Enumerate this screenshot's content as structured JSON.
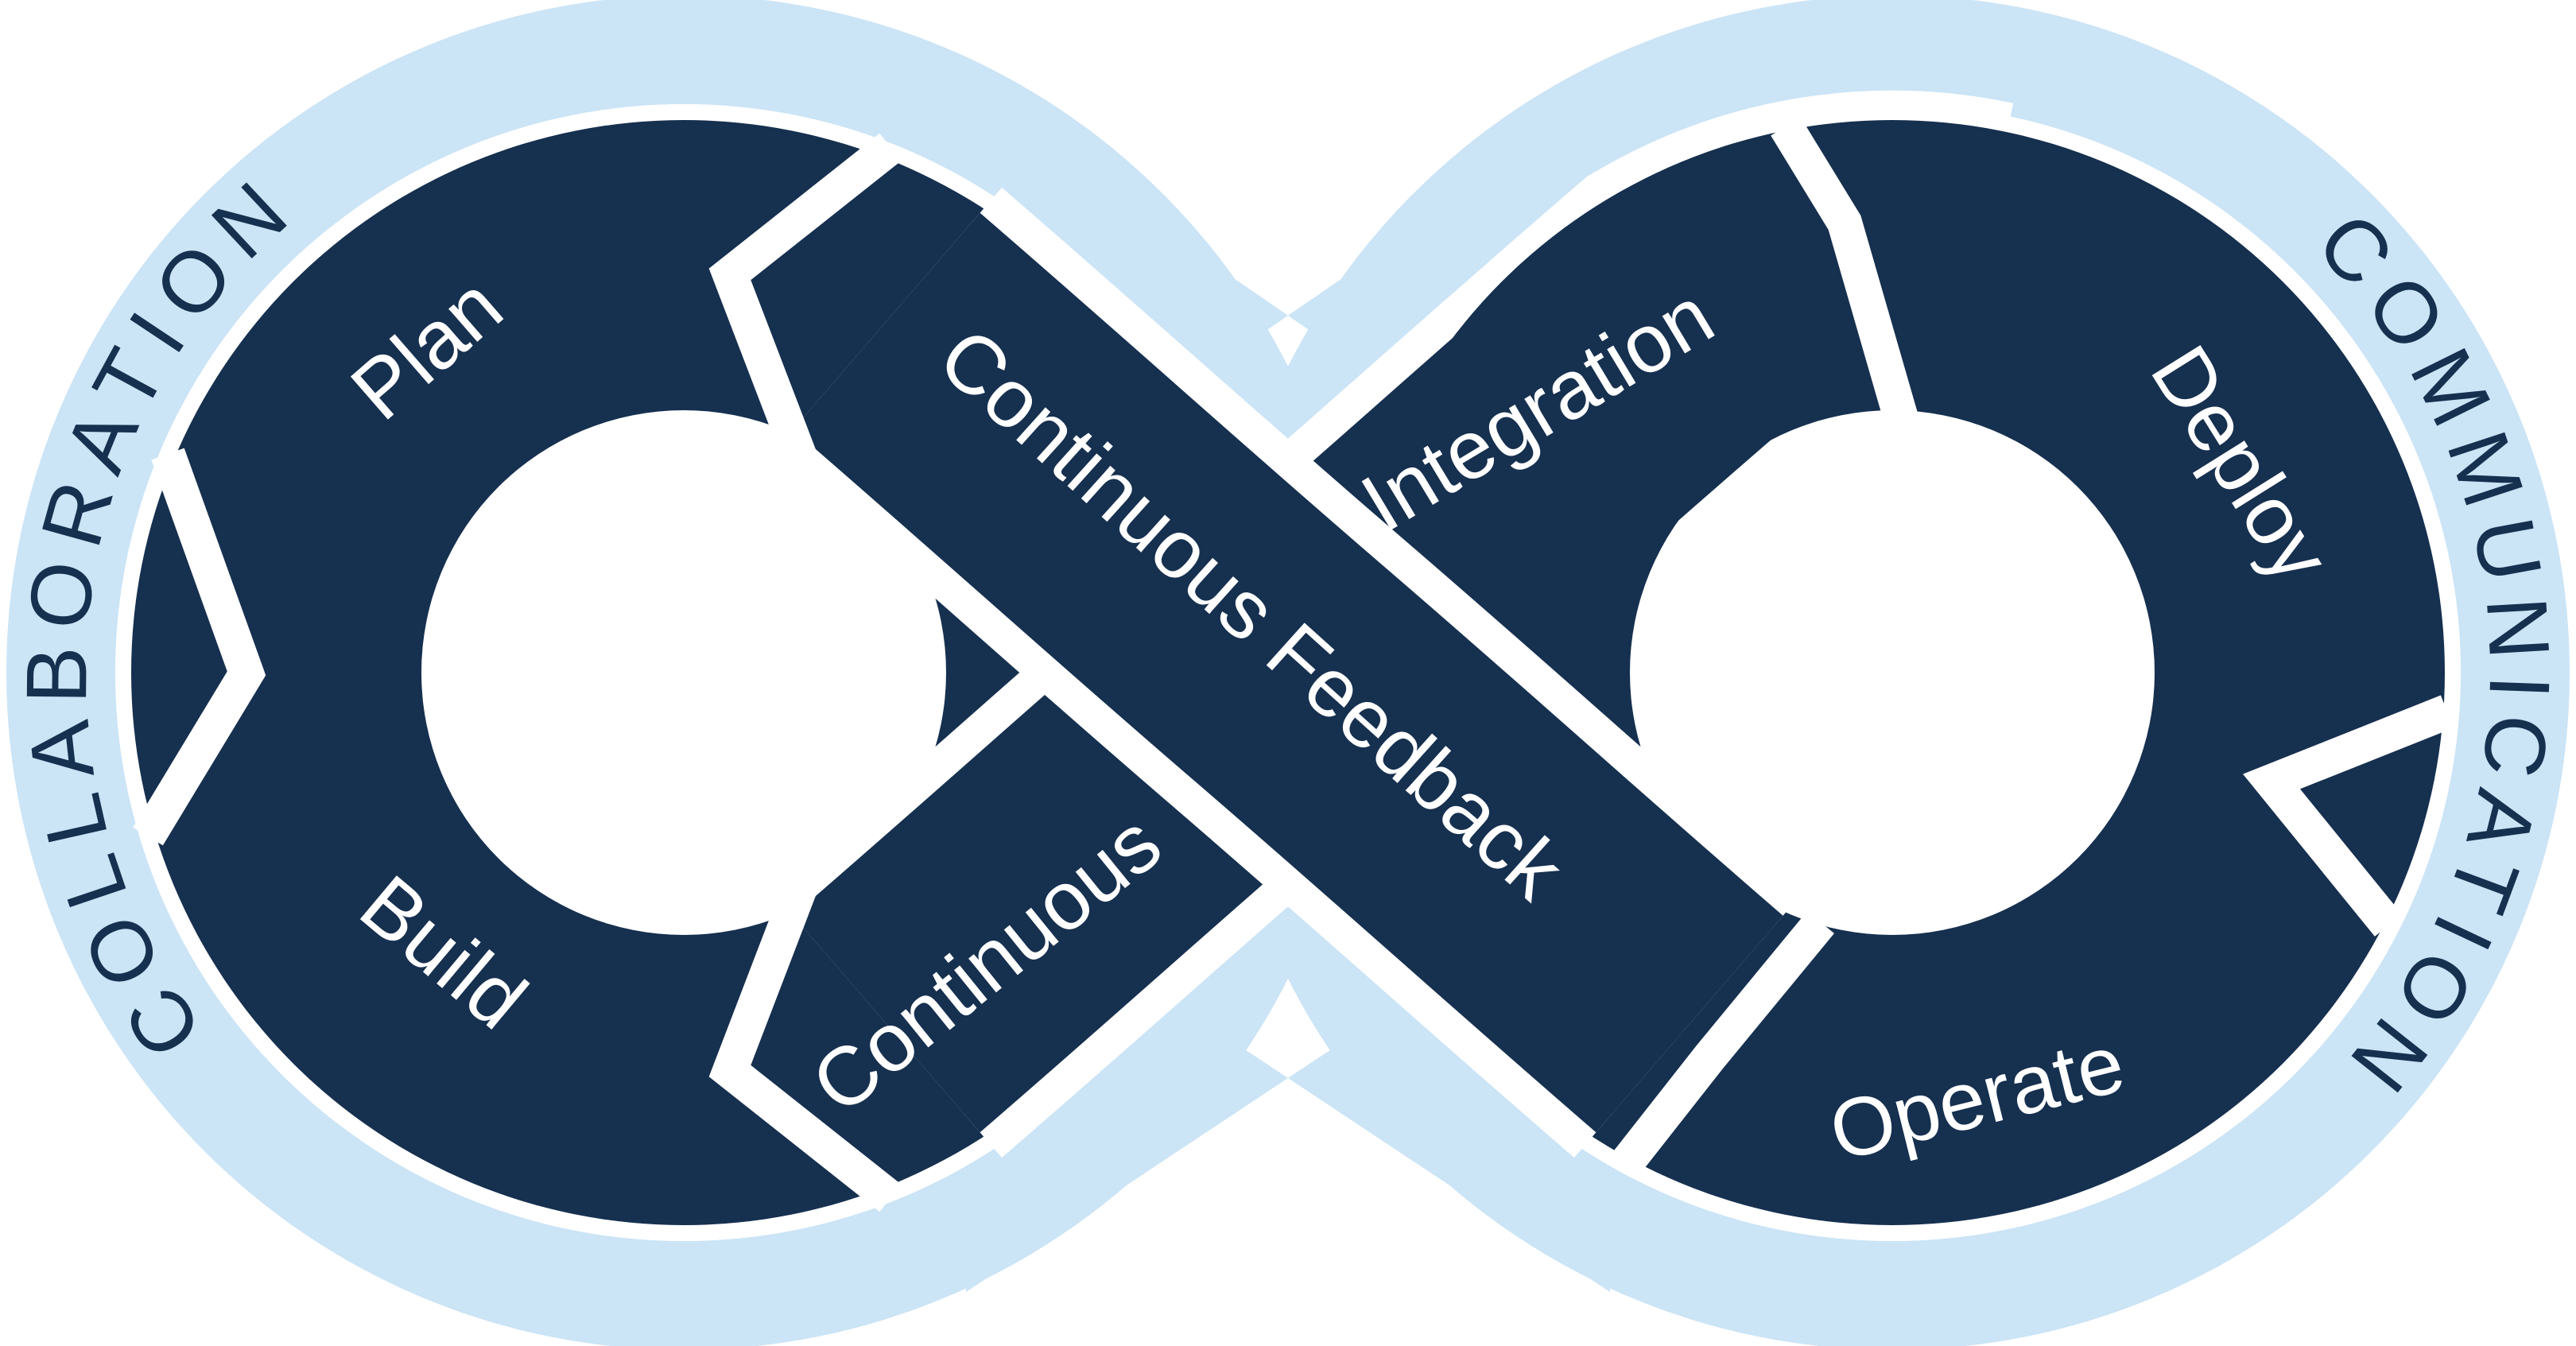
{
  "diagram": {
    "type": "devops-infinity-loop",
    "outer_ring": {
      "left_label": "COLLABORATION",
      "right_label": "COMMUNICATION"
    },
    "segments": {
      "plan": "Plan",
      "build": "Build",
      "continuous": "Continuous",
      "integration": "Integration",
      "deploy": "Deploy",
      "operate": "Operate",
      "feedback": "Continuous Feedback"
    },
    "colors": {
      "navy": "#16304F",
      "light_blue": "#CBE4F6",
      "white": "#FFFFFF"
    }
  }
}
